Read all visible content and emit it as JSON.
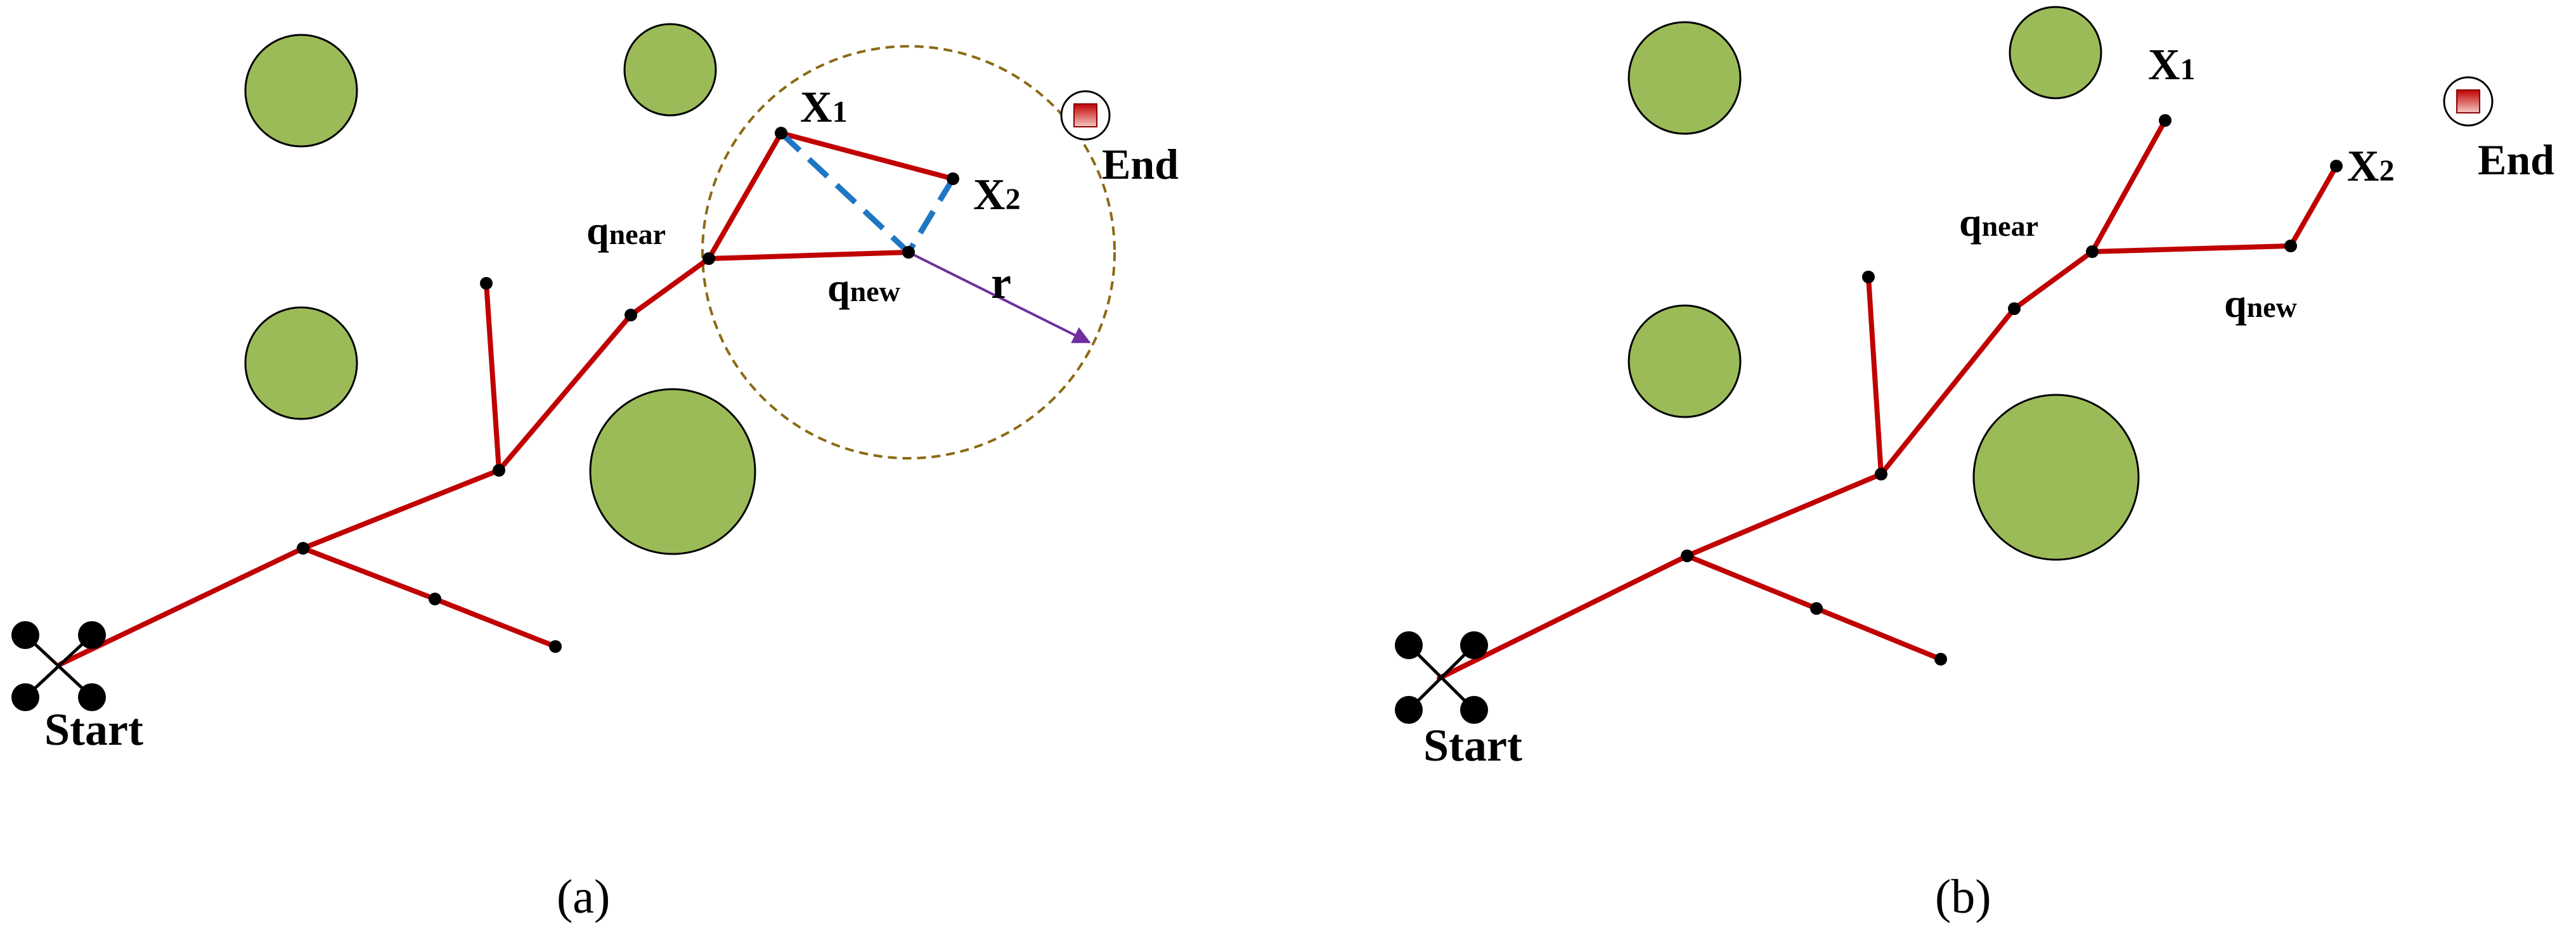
{
  "panel_a": {
    "caption": "(a)",
    "labels": {
      "start": "Start",
      "end": "End",
      "x1_main": "X",
      "x1_sub": "1",
      "x2_main": "X",
      "x2_sub": "2",
      "qnear_main": "q",
      "qnear_sub": "near",
      "qnew_main": "q",
      "qnew_sub": "new",
      "r": "r"
    }
  },
  "panel_b": {
    "caption": "(b)",
    "labels": {
      "start": "Start",
      "end": "End",
      "x1_main": "X",
      "x1_sub": "1",
      "x2_main": "X",
      "x2_sub": "2",
      "qnear_main": "q",
      "qnear_sub": "near",
      "qnew_main": "q",
      "qnew_sub": "new"
    }
  },
  "colors": {
    "obstacle_fill": "#9bbb59",
    "obstacle_stroke": "#000000",
    "tree_edge": "#c00000",
    "node": "#000000",
    "rewire_dash": "#1f77c4",
    "search_circle": "#8b6914",
    "radius_arrow": "#7030a0",
    "goal_fill": "#e06666"
  }
}
